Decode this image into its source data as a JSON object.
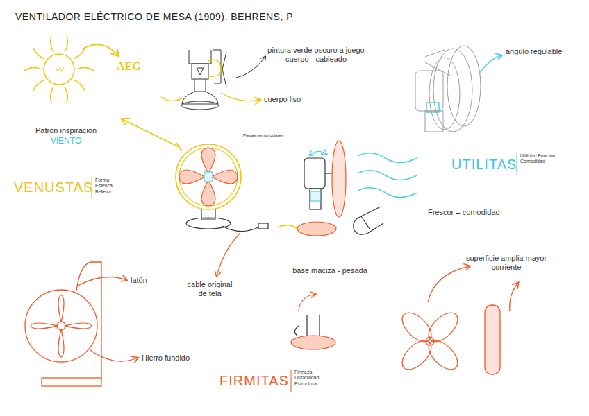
{
  "diagram": {
    "title": "VENTILADOR ELÉCTRICO DE MESA (1909). BEHRENS, P",
    "labels": [
      "AEG",
      "pintura verde oscuro a juego cuerpo - cableado",
      "cuerpo liso",
      "ángulo regulable",
      "Patrón inspiración",
      "VIENTO",
      "Piezas semicirculares",
      "VENUSTAS",
      "Forma Estética Belleza",
      "UTILITAS",
      "Utilidad Función Comodidad",
      "Frescor = comodidad",
      "cable original de tela",
      "base maciza - pesada",
      "superficie amplia mayor corriente",
      "latón",
      "Hierro fundido",
      "FIRMITAS",
      "Firmeza Durabilidad Estructura"
    ]
  }
}
